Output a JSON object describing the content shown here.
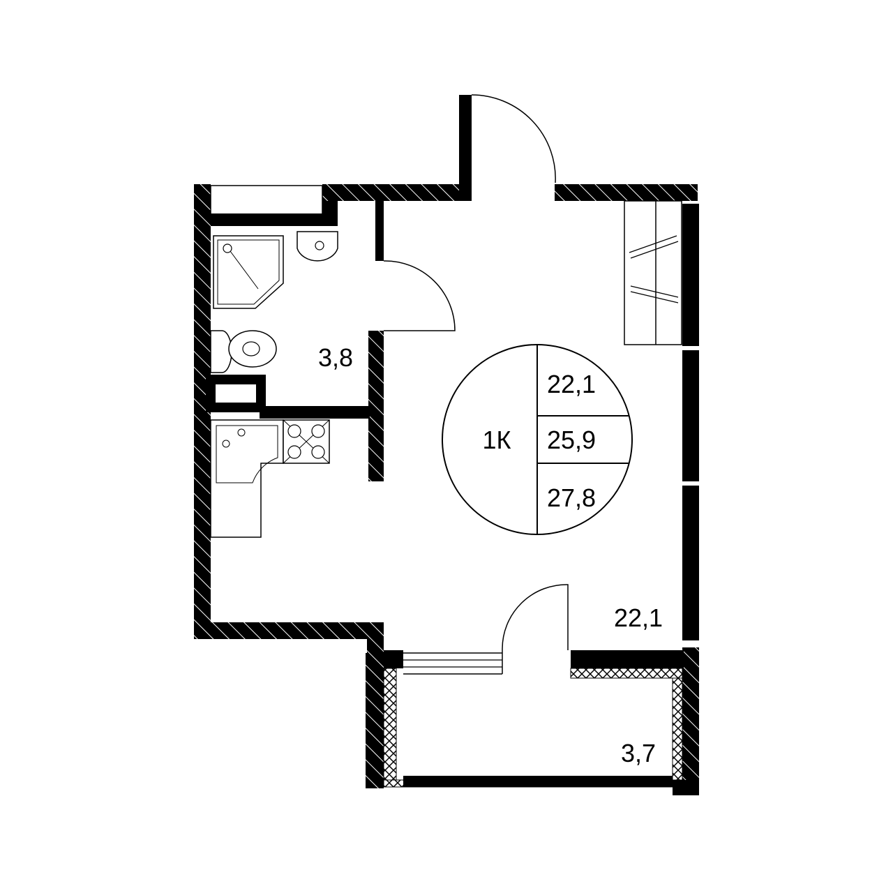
{
  "plan": {
    "unit_type": "1К",
    "areas": {
      "living": "22,1",
      "total": "25,9",
      "total_with_balcony": "27,8"
    },
    "rooms": {
      "bathroom": "3,8",
      "main_room": "22,1",
      "balcony": "3,7"
    }
  },
  "colors": {
    "wall": "#000000",
    "background": "#ffffff",
    "line": "#000000"
  }
}
